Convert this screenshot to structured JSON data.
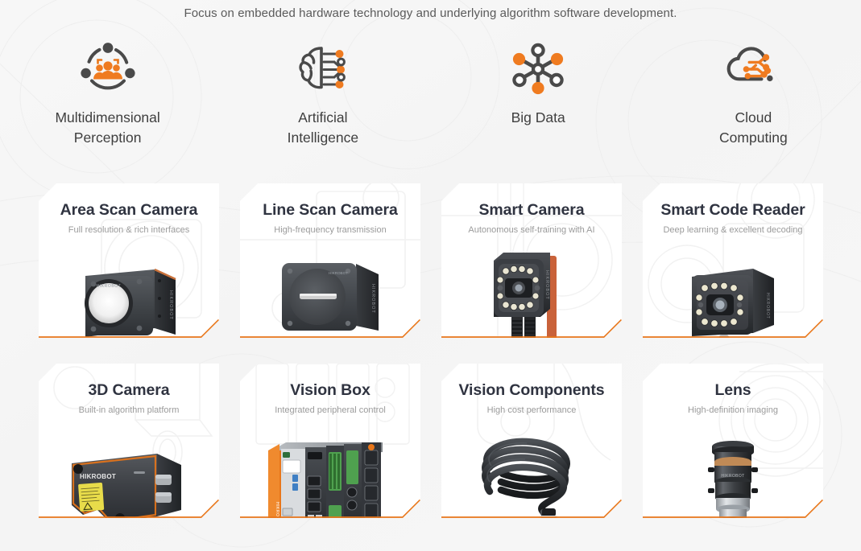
{
  "tagline": "Focus on embedded hardware technology and underlying algorithm software development.",
  "accent_color": "#e8761a",
  "title_color": "#2f3340",
  "subtitle_color": "#9b9b9b",
  "background_color": "#f6f6f6",
  "features": [
    {
      "icon": "multidimensional-perception-icon",
      "label": "Multidimensional\nPerception",
      "line1": "Multidimensional",
      "line2": "Perception"
    },
    {
      "icon": "artificial-intelligence-icon",
      "label": "Artificial\nIntelligence",
      "line1": "Artificial",
      "line2": "Intelligence"
    },
    {
      "icon": "big-data-icon",
      "label": "Big Data",
      "line1": "Big Data",
      "line2": ""
    },
    {
      "icon": "cloud-computing-icon",
      "label": "Cloud\nComputing",
      "line1": "Cloud",
      "line2": "Computing"
    }
  ],
  "cards": [
    {
      "title": "Area Scan Camera",
      "subtitle": "Full resolution & rich interfaces",
      "product": "area-scan-camera-image"
    },
    {
      "title": "Line Scan Camera",
      "subtitle": "High-frequency transmission",
      "product": "line-scan-camera-image"
    },
    {
      "title": "Smart Camera",
      "subtitle": "Autonomous self-training with AI",
      "product": "smart-camera-image"
    },
    {
      "title": "Smart Code Reader",
      "subtitle": "Deep learning & excellent decoding",
      "product": "smart-code-reader-image"
    },
    {
      "title": "3D Camera",
      "subtitle": "Built-in algorithm platform",
      "product": "3d-camera-image"
    },
    {
      "title": "Vision Box",
      "subtitle": "Integrated peripheral control",
      "product": "vision-box-image"
    },
    {
      "title": "Vision Components",
      "subtitle": "High cost performance",
      "product": "vision-components-image"
    },
    {
      "title": "Lens",
      "subtitle": "High-definition imaging",
      "product": "lens-image"
    }
  ]
}
